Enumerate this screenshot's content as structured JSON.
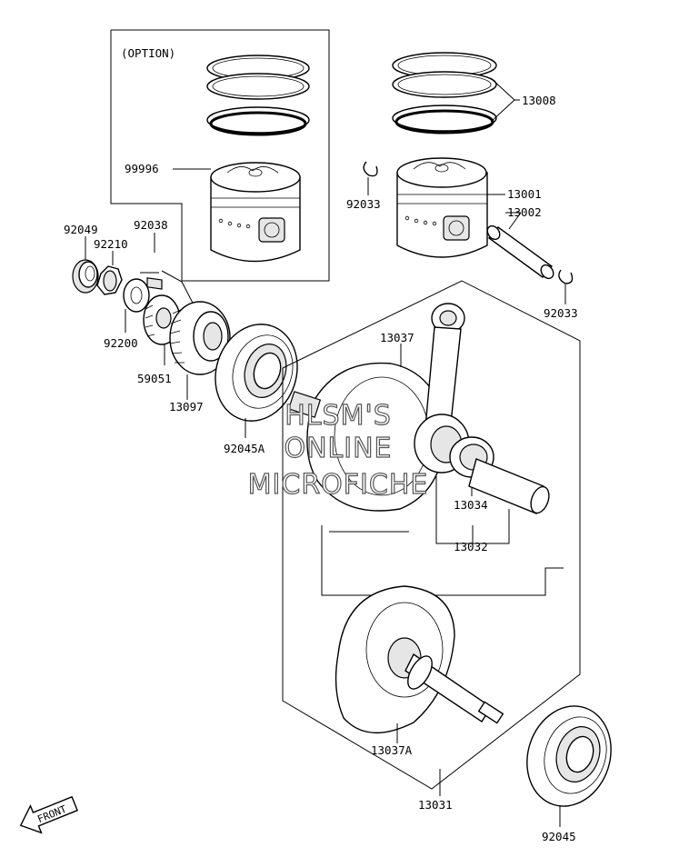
{
  "option_label": "(OPTION)",
  "front_label": "FRONT",
  "watermark": [
    "HLSM'S",
    "ONLINE",
    "MICROFICHE"
  ],
  "parts": [
    {
      "id": "p99996",
      "number": "99996",
      "name": "piston-kit-option"
    },
    {
      "id": "p13008",
      "number": "13008",
      "name": "piston-ring-set"
    },
    {
      "id": "p92033a",
      "number": "92033",
      "name": "circlip-upper"
    },
    {
      "id": "p13001",
      "number": "13001",
      "name": "piston"
    },
    {
      "id": "p13002",
      "number": "13002",
      "name": "piston-pin"
    },
    {
      "id": "p92033b",
      "number": "92033",
      "name": "circlip-lower"
    },
    {
      "id": "p92049",
      "number": "92049",
      "name": "oil-seal"
    },
    {
      "id": "p92038",
      "number": "92038",
      "name": "key"
    },
    {
      "id": "p92210",
      "number": "92210",
      "name": "nut"
    },
    {
      "id": "p92200",
      "number": "92200",
      "name": "washer"
    },
    {
      "id": "p59051",
      "number": "59051",
      "name": "gear"
    },
    {
      "id": "p13097",
      "number": "13097",
      "name": "primary-gear"
    },
    {
      "id": "p92045A",
      "number": "92045A",
      "name": "ball-bearing-left"
    },
    {
      "id": "p13037",
      "number": "13037",
      "name": "crankshaft-half-left"
    },
    {
      "id": "p13034",
      "number": "13034",
      "name": "needle-bearing"
    },
    {
      "id": "p13032",
      "number": "13032",
      "name": "crank-pin"
    },
    {
      "id": "p13037A",
      "number": "13037A",
      "name": "crankshaft-half-right"
    },
    {
      "id": "p13031",
      "number": "13031",
      "name": "crankshaft-assembly"
    },
    {
      "id": "p92045",
      "number": "92045",
      "name": "ball-bearing-right"
    }
  ]
}
